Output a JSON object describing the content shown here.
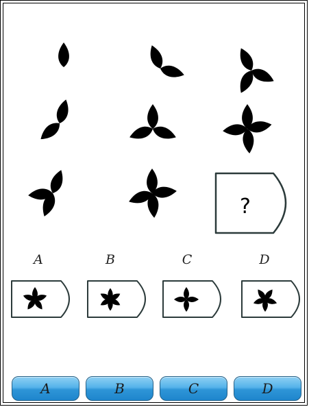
{
  "puzzle": {
    "missing_cell": {
      "label": "?"
    },
    "options": [
      {
        "letter": "A"
      },
      {
        "letter": "B"
      },
      {
        "letter": "C"
      },
      {
        "letter": "D"
      }
    ]
  },
  "answer_buttons": [
    {
      "label": "A"
    },
    {
      "label": "B"
    },
    {
      "label": "C"
    },
    {
      "label": "D"
    }
  ],
  "colors": {
    "shape": "#000000",
    "card_border": "#2b3a3a",
    "button": "#2e95d7"
  },
  "icons": {
    "petal": "petal-icon",
    "card": "pentagon-card-icon"
  }
}
